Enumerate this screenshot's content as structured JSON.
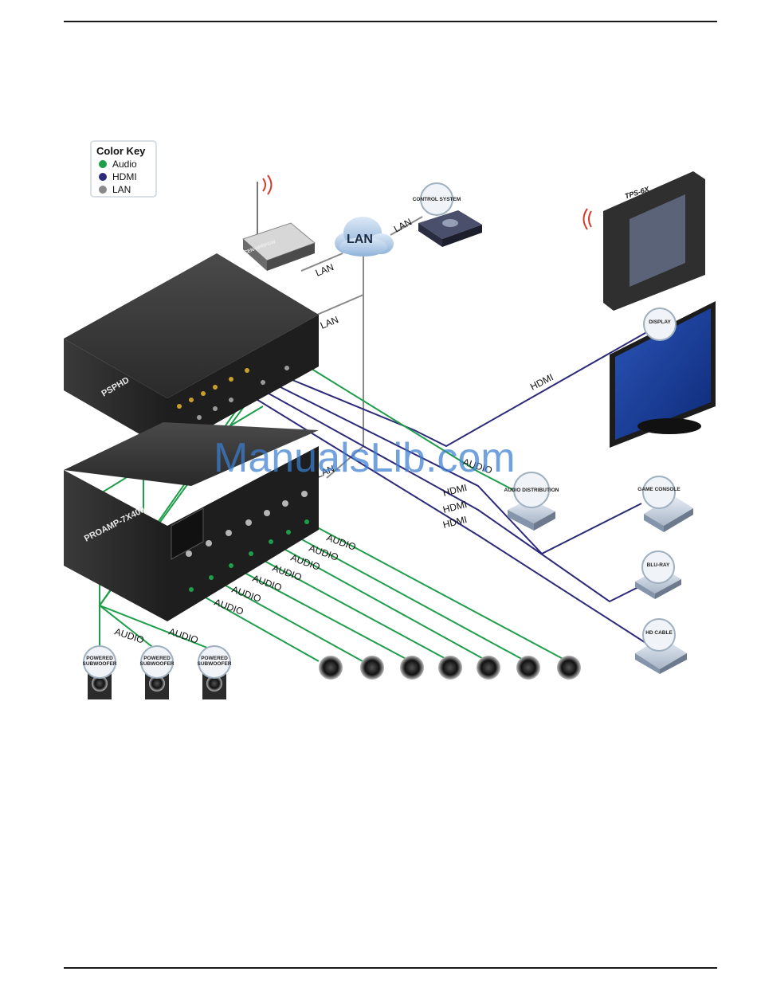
{
  "color_key": {
    "title": "Color Key",
    "items": [
      {
        "label": "Audio",
        "color": "#1e9e4a"
      },
      {
        "label": "HDMI",
        "color": "#2e2a7a"
      },
      {
        "label": "LAN",
        "color": "#8a8a8a"
      }
    ]
  },
  "network": {
    "lan_cloud_label": "LAN",
    "control_system_badge": "CONTROL SYSTEM",
    "gateway_label": "CEN-HPRFGW",
    "touchpanel_label": "TPS-6X"
  },
  "devices": {
    "psphd_label": "PSPHD",
    "proamp_label": "PROAMP-7X400",
    "display_badge": "DISPLAY",
    "audio_distribution_badge": "AUDIO DISTRIBUTION",
    "game_console_badge": "GAME CONSOLE",
    "bluray_badge": "BLU-RAY",
    "hd_cable_badge": "HD CABLE",
    "subwoofer_badge_line1": "POWERED",
    "subwoofer_badge_line2": "SUBWOOFER"
  },
  "connection_labels": {
    "lan_gateway": "LAN",
    "lan_control": "LAN",
    "lan_psphd": "LAN",
    "lan_proamp": "LAN",
    "hdmi_display": "HDMI",
    "hdmi_1": "HDMI",
    "hdmi_2": "HDMI",
    "hdmi_3": "HDMI",
    "audio_dist": "AUDIO",
    "audio_1": "AUDIO",
    "audio_2": "AUDIO",
    "audio_3": "AUDIO",
    "audio_4": "AUDIO",
    "audio_5": "AUDIO",
    "audio_6": "AUDIO",
    "audio_7": "AUDIO",
    "audio_sub_1": "AUDIO",
    "audio_sub_2": "AUDIO"
  },
  "watermark": "ManualsLib.com",
  "colors": {
    "audio": "#1e9e4a",
    "hdmi": "#2e2a7a",
    "lan": "#8a8a8a",
    "device_dark": "#2b2b2b"
  }
}
